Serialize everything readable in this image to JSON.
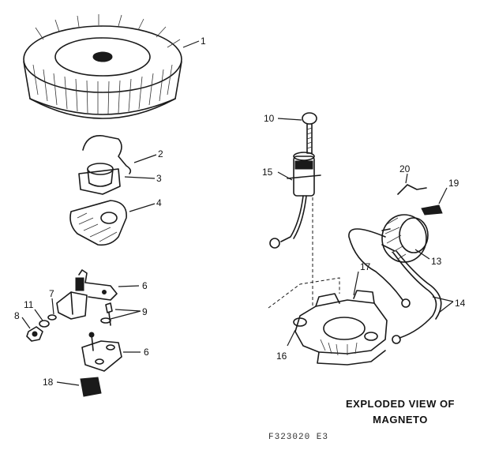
{
  "title_line1": "EXPLODED VIEW OF",
  "title_line2": "MAGNETO",
  "drawing_code": "F323020  E3",
  "callouts": [
    "1",
    "2",
    "3",
    "4",
    "6",
    "7",
    "9",
    "8",
    "11",
    "6",
    "18",
    "10",
    "15",
    "20",
    "19",
    "13",
    "17",
    "14",
    "16"
  ]
}
